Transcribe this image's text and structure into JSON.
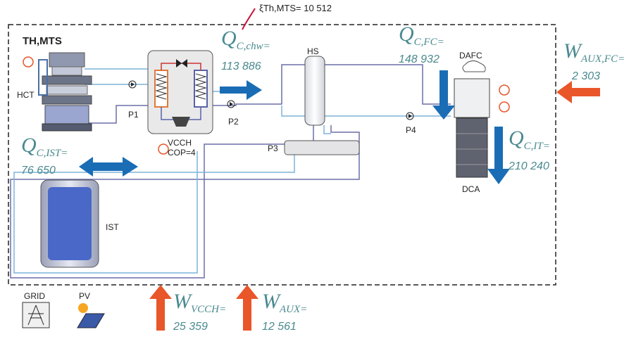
{
  "system_label": "TH,MTS",
  "exergy_label": "ξTh,MTS= 10 512",
  "components": {
    "hct": "HCT",
    "p1": "P1",
    "p2": "P2",
    "p3": "P3",
    "p4": "P4",
    "vcch": "VCCH",
    "cop": "COP=4",
    "hs": "HS",
    "dafc": "DAFC",
    "dca": "DCA",
    "ist": "IST",
    "grid": "GRID",
    "pv": "PV"
  },
  "flows": {
    "q_chw": {
      "symbol": "Q",
      "subscript": "C,chw=",
      "value": "113 886"
    },
    "q_fc": {
      "symbol": "Q",
      "subscript": "C,FC=",
      "value": "148 932"
    },
    "q_ist": {
      "symbol": "Q",
      "subscript": "C,IST=",
      "value": "76 650"
    },
    "q_it": {
      "symbol": "Q",
      "subscript": "C,IT=",
      "value": "210 240"
    },
    "w_auxfc": {
      "symbol": "W",
      "subscript": "AUX,FC=",
      "value": "2 303"
    },
    "w_vcch": {
      "symbol": "W",
      "subscript": "VCCH=",
      "value": "25 359"
    },
    "w_aux": {
      "symbol": "W",
      "subscript": "AUX=",
      "value": "12 561"
    }
  },
  "colors": {
    "boundary": "#222222",
    "heat_arrow": "#1a6db5",
    "work_arrow": "#e8562a",
    "value_text": "#4a8a8f",
    "pipe": "#8da9c4"
  }
}
